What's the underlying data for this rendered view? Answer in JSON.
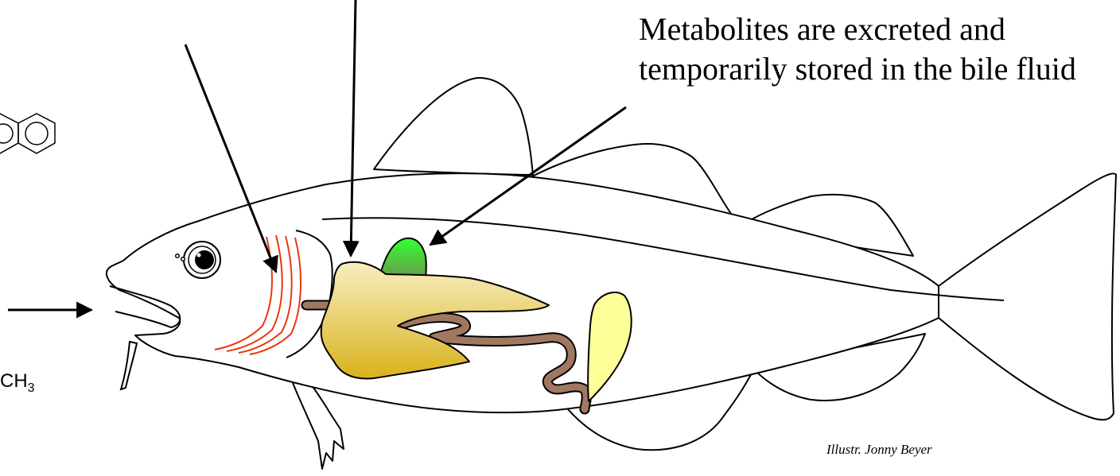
{
  "diagram": {
    "caption_lines": [
      "Metabolites are excreted and",
      "temporarily stored in the bile fluid"
    ],
    "credit": "Illustr. Jonny Beyer",
    "chem_label": {
      "main": "CH",
      "subscript": "3"
    }
  },
  "colors": {
    "outline": "#000000",
    "gill_filaments": "#e8380d",
    "gallbladder_top": "#33ff33",
    "gallbladder_bottom": "#6a9a4a",
    "liver_top": "#f7eec0",
    "liver_bottom": "#d9b21c",
    "intestine": "#a07862",
    "gonad": "#ffff99"
  },
  "icons": [
    "naphthalene-ring-icon",
    "arrow-icon"
  ]
}
